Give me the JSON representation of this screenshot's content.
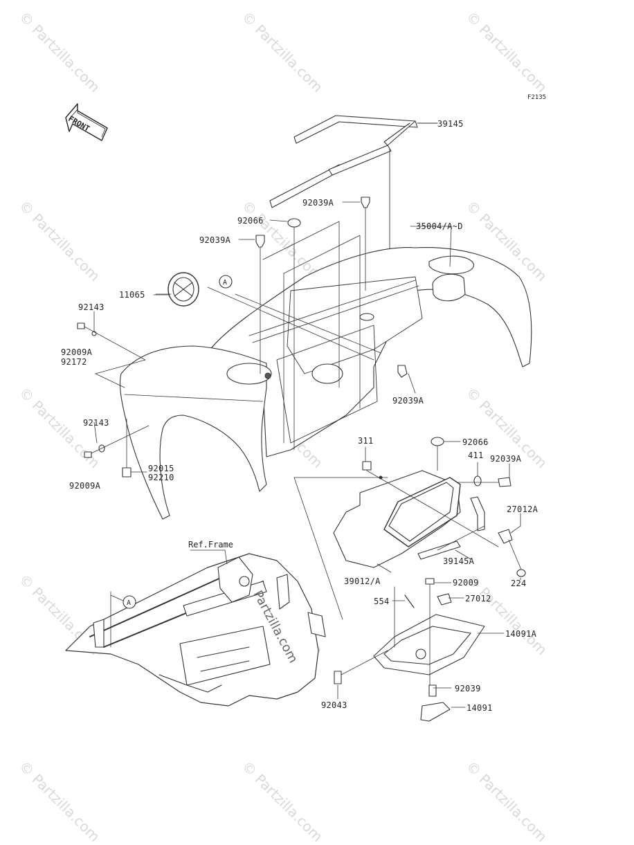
{
  "diagram_code": "F2135",
  "front_arrow_label": "FRONT",
  "ref_frame_label": "Ref.Frame",
  "marker_label": "A",
  "watermark_text": "© Partzilla.com",
  "inline_watermark_text": "Partzilla.com",
  "parts": {
    "p39145": "39145",
    "p92039A_top": "92039A",
    "p92066_top": "92066",
    "p35004": "35004/A~D",
    "p92039A_left": "92039A",
    "p11065": "11065",
    "p92143_top": "92143",
    "p92009A_top": "92009A",
    "p92172": "92172",
    "p92039A_mid": "92039A",
    "p92143_low": "92143",
    "p92009A_low": "92009A",
    "p92015": "92015",
    "p92210": "92210",
    "p311": "311",
    "p92066_low": "92066",
    "p411": "411",
    "p92039A_right": "92039A",
    "p27012A": "27012A",
    "p39145A": "39145A",
    "p224": "224",
    "p39012A": "39012/A",
    "p92009": "92009",
    "p554": "554",
    "p27012": "27012",
    "p14091A": "14091A",
    "p92039": "92039",
    "p92043": "92043",
    "p14091": "14091"
  }
}
